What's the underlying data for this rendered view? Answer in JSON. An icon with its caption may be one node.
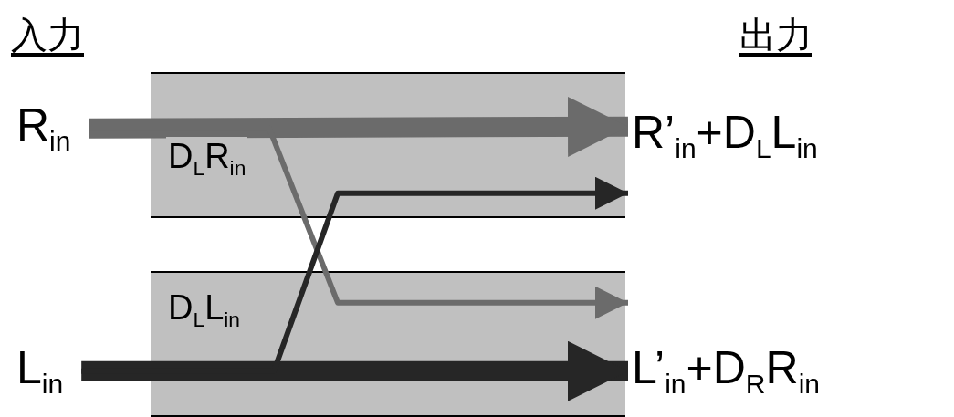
{
  "diagram": {
    "nodes": [
      {
        "text": [
          "R$_{in}$"
        ]
      },
      {
        "text": [
          "L$_{in}$"
        ]
      },
      {
        "text": [
          "R’$_{in}$+D$_{L}$L$_{in}$"
        ]
      },
      {
        "text": [
          "L’$_{in}$+D$_{R}$R$_{in}$"
        ]
      }
    ],
    "edges": [
      {
        "from": 0,
        "to": 2,
        "arrow": "to",
        "style": "thick",
        "color": "#6b6b6b"
      },
      {
        "from": 0,
        "to": 3,
        "arrow": "to",
        "label": "D$_{L}$R$_{in}$",
        "color": "#6b6b6b"
      },
      {
        "from": 1,
        "to": 3,
        "arrow": "to",
        "style": "thick",
        "color": "#262626"
      },
      {
        "from": 1,
        "to": 2,
        "arrow": "to",
        "label": "D$_{L}$L$_{in}$",
        "color": "#262626"
      }
    ],
    "labels": [
      "入力",
      "出力"
    ]
  }
}
